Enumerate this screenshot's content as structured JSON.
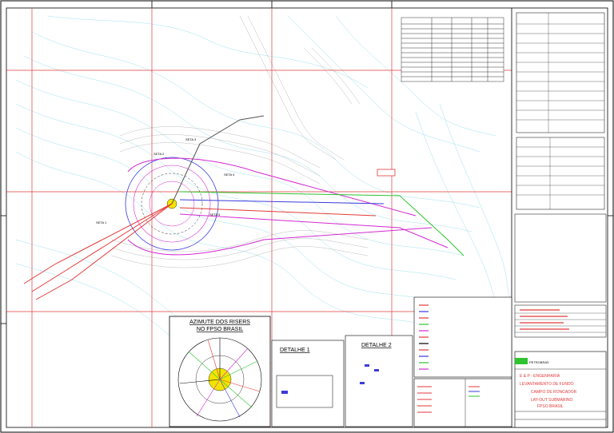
{
  "drawing": {
    "riser_azimuth_title_line1": "AZIMUTE DOS RISERS",
    "riser_azimuth_title_line2": "NO FPSO BRASIL",
    "detail_1_label": "DETALHE 1",
    "detail_2_label": "DETALHE 2",
    "riser_labels": [
      "SETA 1",
      "SETA 2",
      "SETA 3",
      "SETA 4",
      "SETA 5"
    ],
    "titleblock_lines": [
      "E & P - ENGENHARIA",
      "LEVANTAMENTO DE FUNDO",
      "CAMPO DE RONCADOR",
      "LAY-OUT SUBMARINO",
      "FPSO BRASIL"
    ],
    "petrobras_label": "PETROBRAS"
  },
  "colors": {
    "contour": "#7fd3e6",
    "contour_dark": "#a9a9a9",
    "grid_red": "#e23a3a",
    "pipeline_magenta": "#d22ad2",
    "pipeline_green": "#2fc32f",
    "pipeline_blue": "#3b3bdc",
    "border": "#000000",
    "accent_yellow": "#f2e400"
  }
}
